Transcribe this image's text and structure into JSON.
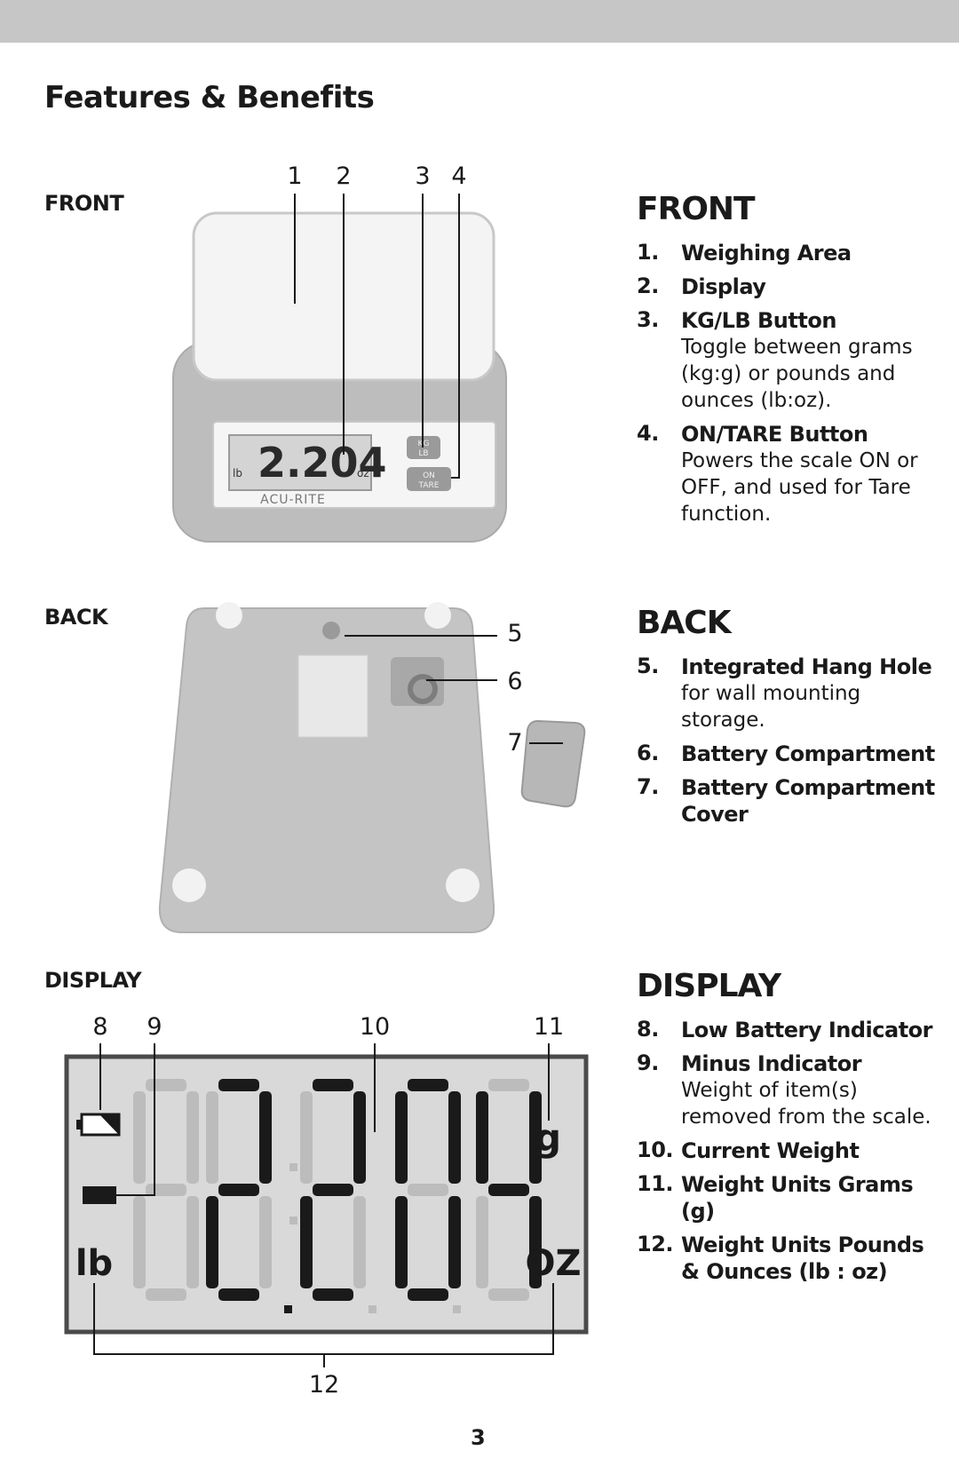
{
  "page_title": "Features & Benefits",
  "front": {
    "label": "FRONT",
    "heading": "FRONT",
    "items": [
      {
        "num": "1.",
        "title": "Weighing Area",
        "desc": ""
      },
      {
        "num": "2.",
        "title": "Display",
        "desc": ""
      },
      {
        "num": "3.",
        "title": "KG/LB Button",
        "desc": "Toggle between grams (kg:g) or pounds and ounces (lb:oz)."
      },
      {
        "num": "4.",
        "title": "ON/TARE Button",
        "desc": "Powers the scale ON or OFF, and used for Tare function."
      }
    ],
    "callouts": [
      "1",
      "2",
      "3",
      "4"
    ],
    "scale": {
      "brand": "ACU-RITE",
      "readout": "2.204",
      "btn1_top": "KG",
      "btn1_bottom": "LB",
      "btn2_top": "ON",
      "btn2_bottom": "TARE",
      "unit_lb": "lb",
      "unit_oz": "oz"
    }
  },
  "back": {
    "label": "BACK",
    "heading": "BACK",
    "items": [
      {
        "num": "5.",
        "title": "Integrated Hang Hole",
        "desc": "for wall mounting storage."
      },
      {
        "num": "6.",
        "title": "Battery Compartment",
        "desc": ""
      },
      {
        "num": "7.",
        "title": "Battery Compartment Cover",
        "desc": ""
      }
    ],
    "callouts": [
      "5",
      "6",
      "7"
    ]
  },
  "display": {
    "label": "DISPLAY",
    "heading": "DISPLAY",
    "items": [
      {
        "num": "8.",
        "title": "Low Battery Indicator",
        "desc": ""
      },
      {
        "num": "9.",
        "title": "Minus Indicator",
        "desc": "Weight of item(s) removed from the scale."
      },
      {
        "num": "10.",
        "title": "Current Weight",
        "desc": ""
      },
      {
        "num": "11.",
        "title": "Weight Units Grams (g)",
        "desc": ""
      },
      {
        "num": "12.",
        "title": "Weight Units Pounds & Ounces (lb : oz)",
        "desc": ""
      }
    ],
    "callouts": [
      "8",
      "9",
      "10",
      "11",
      "12"
    ],
    "lcd": {
      "unit_g": "g",
      "unit_lb": "lb",
      "unit_oz": "OZ",
      "readout": "2.204"
    }
  },
  "page_number": "3",
  "colors": {
    "bar": "#c6c6c6",
    "scale_gray": "#bdbdbd",
    "lcd_bg": "#d9d9d9",
    "lcd_dim": "#bcbcbc",
    "lcd_on": "#1a1a1a"
  }
}
